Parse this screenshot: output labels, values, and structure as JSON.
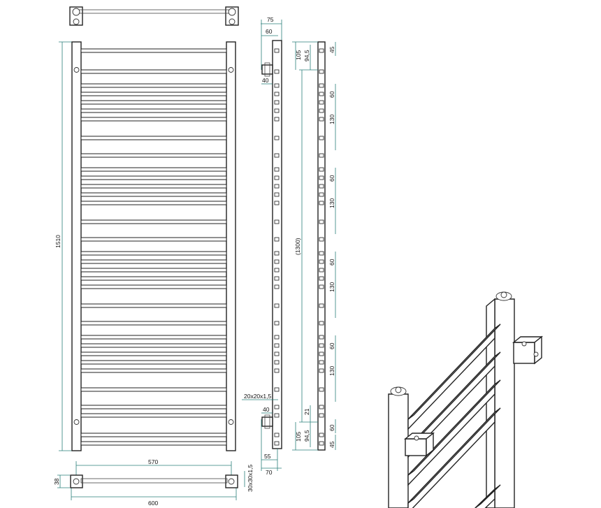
{
  "drawing": {
    "labels": {
      "height_total": "1510",
      "center_distance": "(1300)",
      "width_axes": "570",
      "width_total": "600",
      "depth_mount": "38",
      "profile_rail": "30x30x1,5",
      "profile_rung": "20x20x1,5",
      "side_top_75": "75",
      "side_top_60": "60",
      "side_bracket_40_top": "40",
      "side_bracket_40_bottom": "40",
      "side_bottom_55": "55",
      "side_bottom_70": "70",
      "right_top_105": "105",
      "right_top_94_5": "94,5",
      "right_top_45": "45",
      "right_bottom_105": "105",
      "right_bottom_94_5": "94,5",
      "right_bottom_45": "45",
      "right_bottom_21": "21",
      "right_bottom_60": "60",
      "gap_60_a": "60",
      "gap_130_a": "130",
      "gap_60_b": "60",
      "gap_130_b": "130",
      "gap_60_c": "60",
      "gap_130_c": "130",
      "gap_60_d": "60",
      "gap_130_d": "130"
    }
  }
}
